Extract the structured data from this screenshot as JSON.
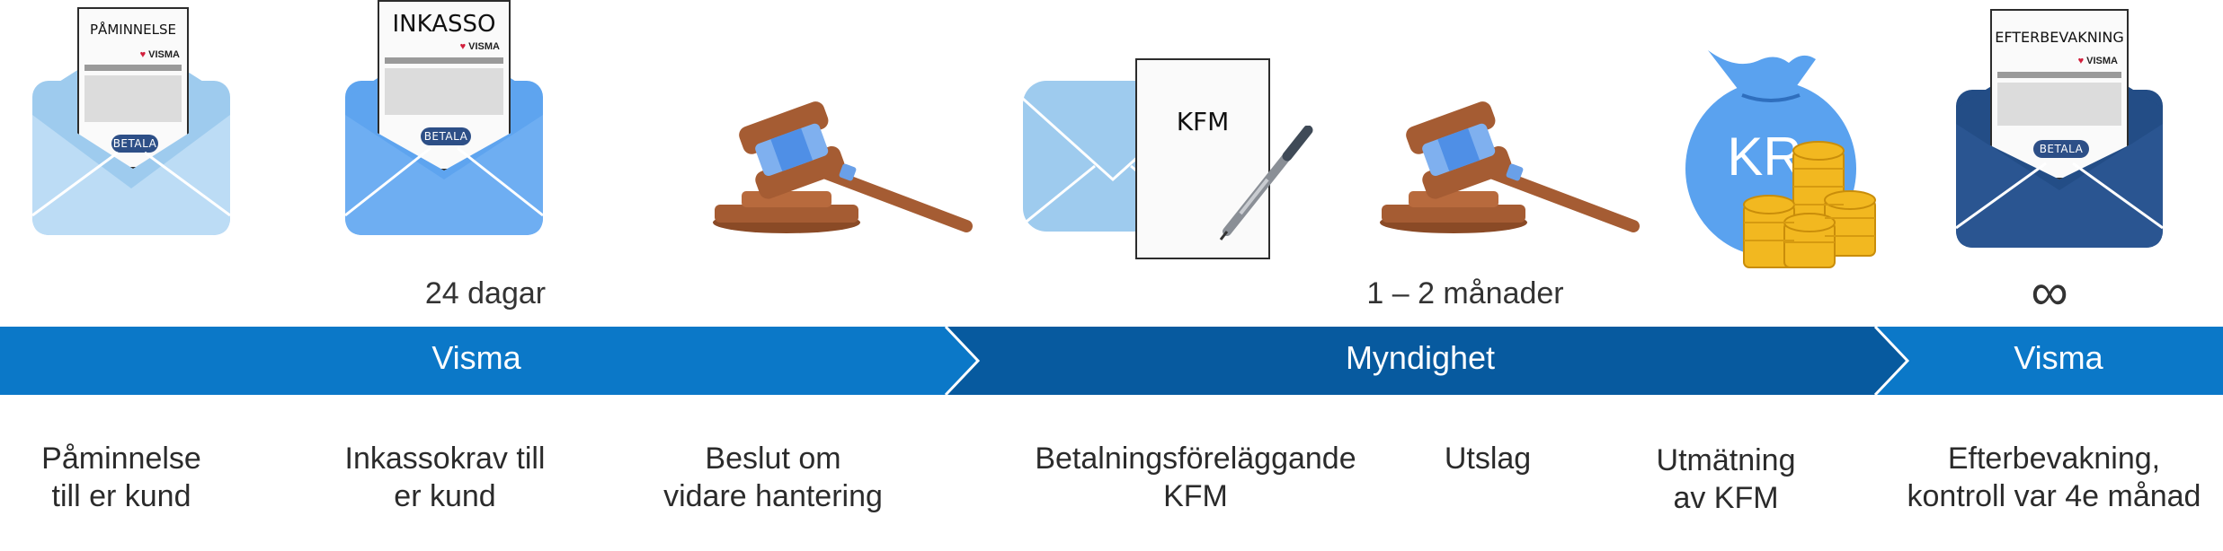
{
  "letters": {
    "paminnelse": {
      "title": "PÅMINNELSE",
      "logo": "VISMA",
      "button": "BETALA"
    },
    "inkasso": {
      "title": "INKASSO",
      "logo": "VISMA",
      "button": "BETALA"
    },
    "efterbevakning": {
      "title": "EFTERBEVAKNING",
      "logo": "VISMA",
      "button": "BETALA"
    }
  },
  "kfm_document": {
    "title": "KFM"
  },
  "money_bag": {
    "label": "KR"
  },
  "timings": {
    "inkasso": "24 dagar",
    "myndighet": "1 – 2 månader",
    "efterbevakning": "∞"
  },
  "phases": [
    {
      "label": "Visma"
    },
    {
      "label": "Myndighet"
    },
    {
      "label": "Visma"
    }
  ],
  "steps": [
    {
      "label": "Påminnelse\ntill er kund"
    },
    {
      "label": "Inkassokrav till\ner kund"
    },
    {
      "label": "Beslut om\nvidare hantering"
    },
    {
      "label": "Betalningsföreläggande\nKFM"
    },
    {
      "label": "Utslag"
    },
    {
      "label": "Utmätning\nav KFM"
    },
    {
      "label": "Efterbevakning,\nkontroll var 4e månad"
    }
  ],
  "colors": {
    "phase_arrow": "#0b78c8",
    "phase_arrow_dark": "#075a9f",
    "envelope_light": "#9ecbee",
    "envelope_mid": "#5ea4ef",
    "envelope_dark": "#234d86",
    "gavel": "#a55c33",
    "gold": "#f2b820",
    "bag": "#5aa2ef"
  },
  "icons": [
    "envelope-icon",
    "gavel-icon",
    "pen-icon",
    "money-bag-icon",
    "coins-icon",
    "infinity-icon"
  ]
}
